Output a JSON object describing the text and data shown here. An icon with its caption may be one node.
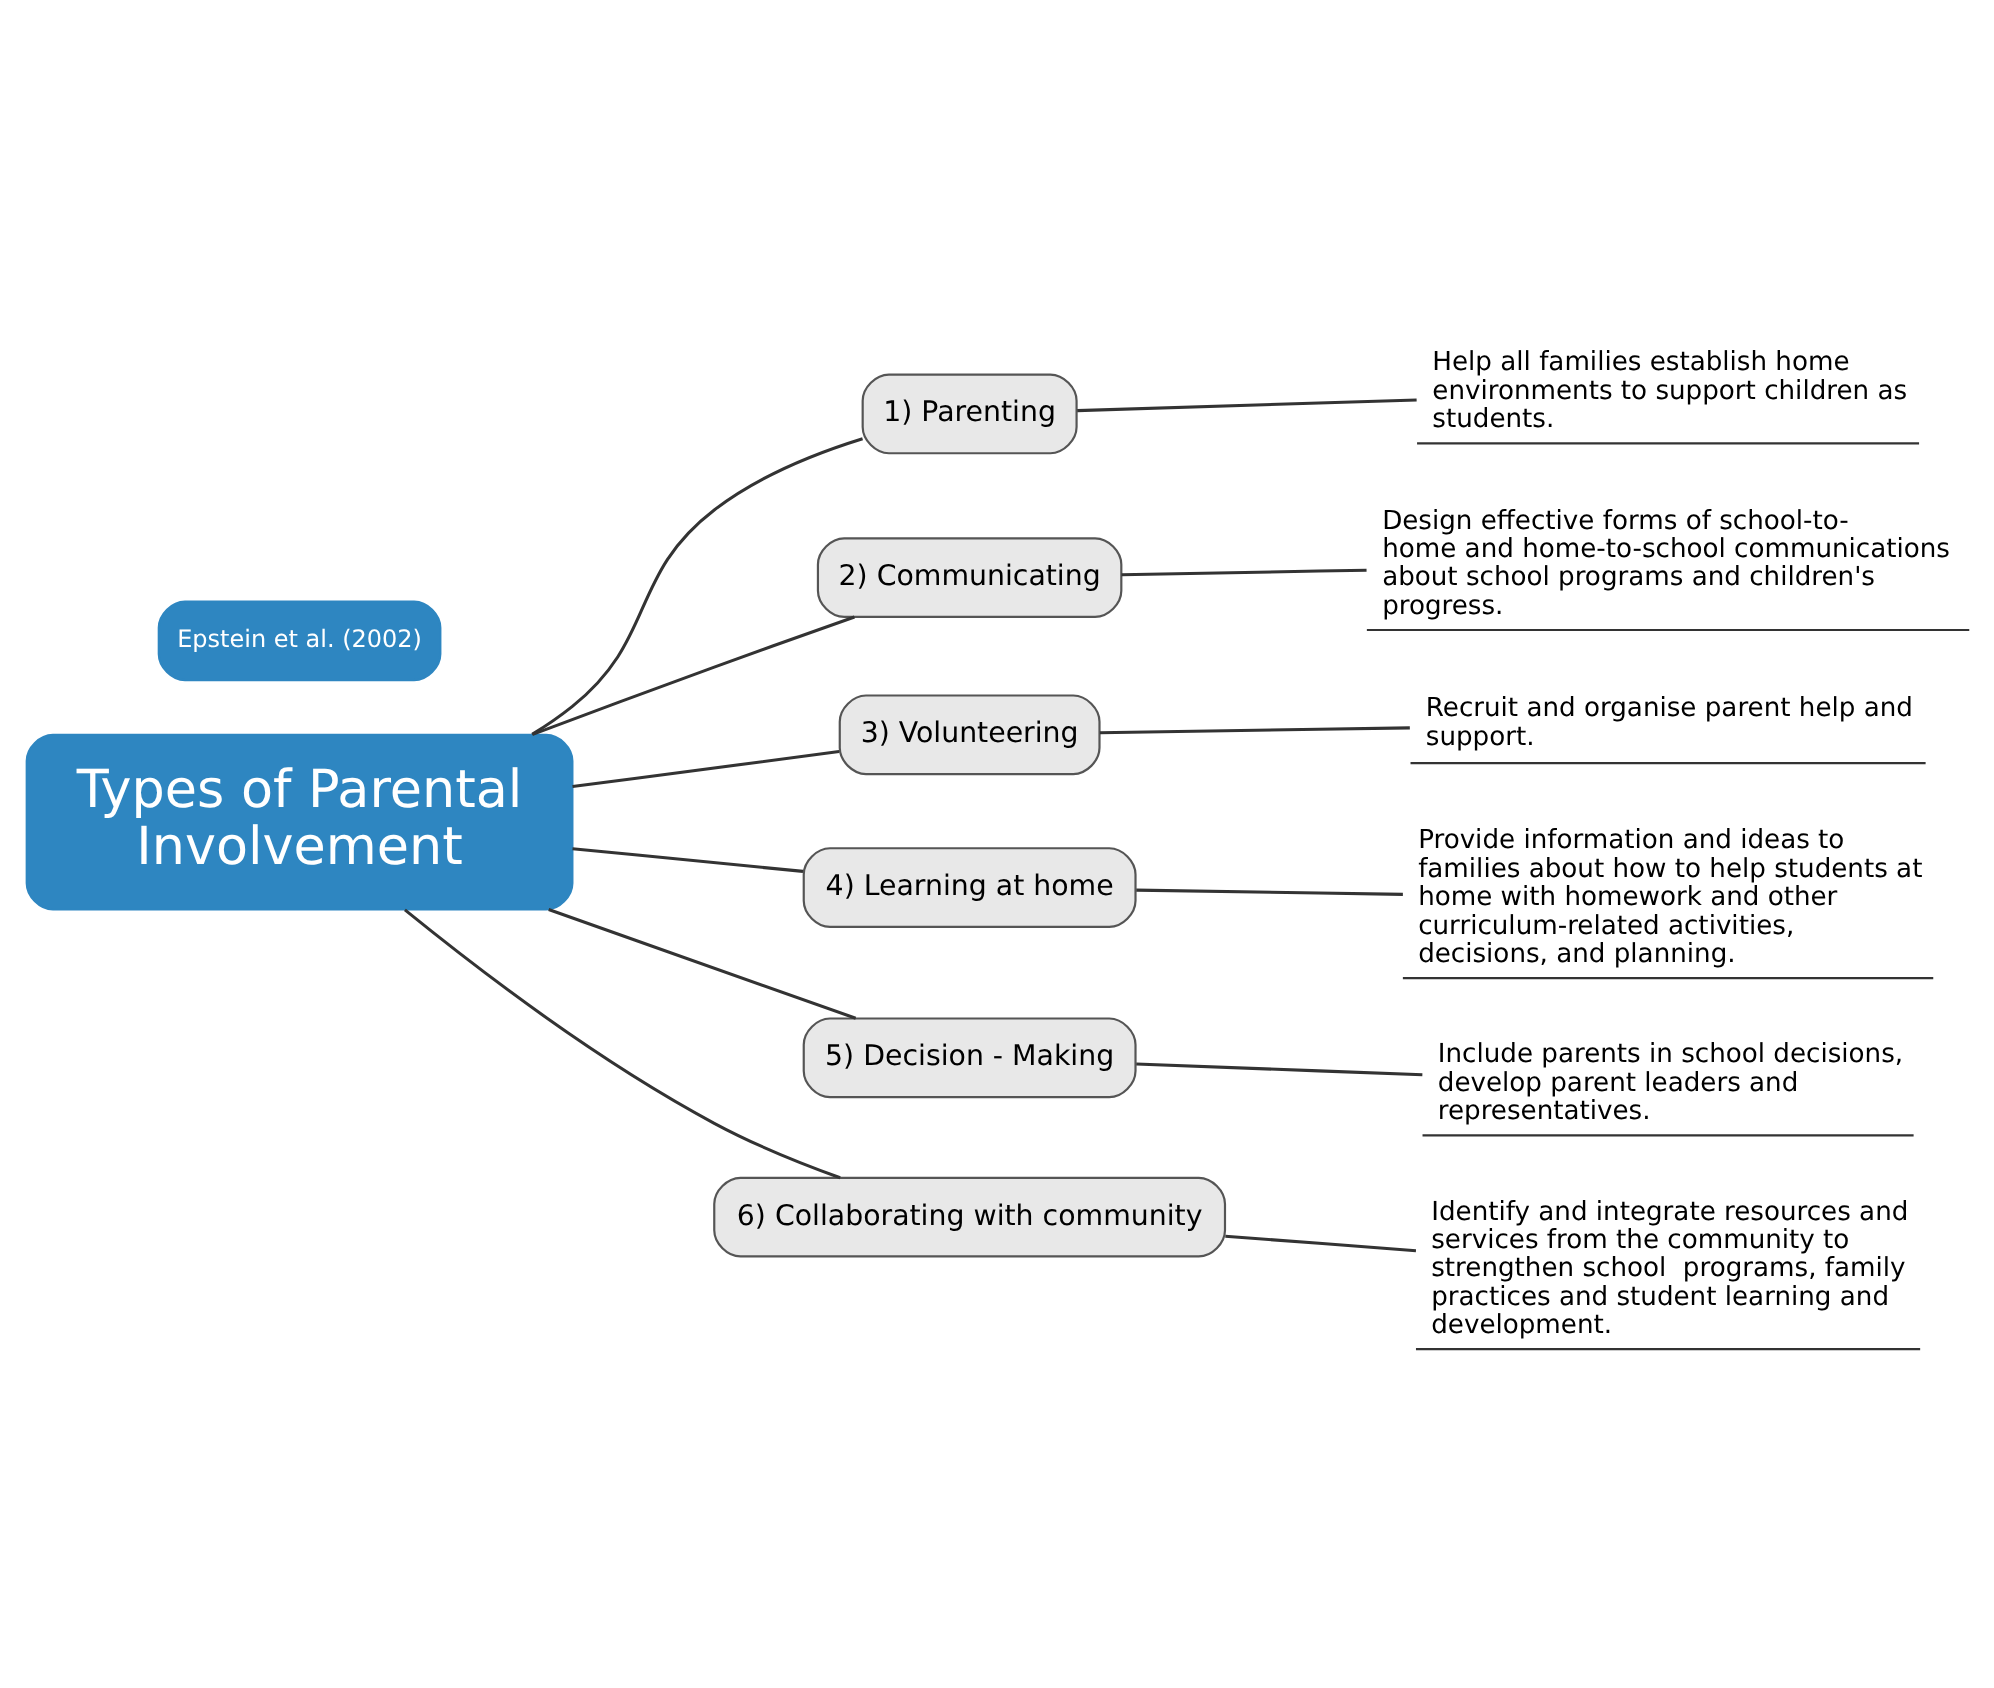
{
  "diagram": {
    "nodes": [
      {
        "text": [
          "Types of Parental Involvement"
        ]
      },
      {
        "text": [
          "Epstein et al. (2002)"
        ]
      },
      {
        "text": [
          "1) Parenting"
        ]
      },
      {
        "text": [
          "Help all families establish home environments to support children as students."
        ]
      },
      {
        "text": [
          "2) Communicating"
        ]
      },
      {
        "text": [
          "Design effective forms of school-to-home and home-to-school communications about school programs and children's progress."
        ]
      },
      {
        "text": [
          "3) Volunteering"
        ]
      },
      {
        "text": [
          "Recruit and organise parent help and support."
        ]
      },
      {
        "text": [
          "4) Learning at home"
        ]
      },
      {
        "text": [
          "Provide information and ideas to families about how to help students at home with homework and other curriculum-related activities, decisions, and planning."
        ]
      },
      {
        "text": [
          "5) Decision - Making"
        ]
      },
      {
        "text": [
          "Include parents in school decisions, develop parent leaders and representatives."
        ]
      },
      {
        "text": [
          "6) Collaborating with community"
        ]
      },
      {
        "text": [
          "Identify and integrate resources and services from the community to strengthen school  programs, family practices and student learning and development."
        ]
      }
    ],
    "edges": [
      {
        "from": 0,
        "to": 2,
        "arrow": "none"
      },
      {
        "from": 0,
        "to": 4,
        "arrow": "none"
      },
      {
        "from": 0,
        "to": 6,
        "arrow": "none"
      },
      {
        "from": 0,
        "to": 8,
        "arrow": "none"
      },
      {
        "from": 0,
        "to": 10,
        "arrow": "none"
      },
      {
        "from": 0,
        "to": 12,
        "arrow": "none"
      },
      {
        "from": 2,
        "to": 3,
        "arrow": "none"
      },
      {
        "from": 4,
        "to": 5,
        "arrow": "none"
      },
      {
        "from": 6,
        "to": 7,
        "arrow": "none"
      },
      {
        "from": 8,
        "to": 9,
        "arrow": "none"
      },
      {
        "from": 10,
        "to": 11,
        "arrow": "none"
      },
      {
        "from": 12,
        "to": 13,
        "arrow": "none"
      }
    ]
  }
}
